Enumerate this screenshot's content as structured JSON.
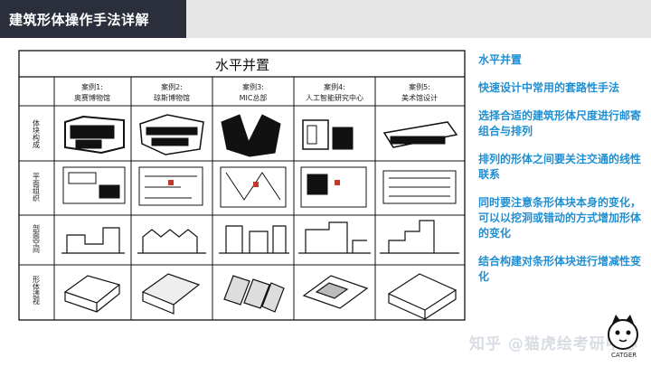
{
  "header": {
    "title": "建筑形体操作手法详解"
  },
  "sketch": {
    "heading": "水平并置",
    "columns": [
      {
        "case": "案例1:",
        "name": "奥赛博物馆"
      },
      {
        "case": "案例2:",
        "name": "琼斯博物馆"
      },
      {
        "case": "案例3:",
        "name": "MIC总部"
      },
      {
        "case": "案例4:",
        "name": "人工智能研究中心"
      },
      {
        "case": "案例5:",
        "name": "美术馆设计"
      }
    ],
    "rows": [
      "体块构成",
      "平面组织",
      "剖面空间",
      "形体透视"
    ]
  },
  "bullets": [
    "水平并置",
    "快速设计中常用的套路性手法",
    "选择合适的建筑形体尺度进行邮寄组合与排列",
    "排列的形体之间要关注交通的线性联系",
    "同时要注意条形体块本身的变化，可以以挖洞或错动的方式增加形体的变化",
    "结合构建对条形体块进行增减性变化"
  ],
  "watermark": "知乎 @猫虎绘考研中心",
  "logo": {
    "text": "CATGER"
  },
  "colors": {
    "title_bg": "#2a2f3b",
    "strip": "#e6e6e6",
    "accent": "#1f8fd3"
  }
}
